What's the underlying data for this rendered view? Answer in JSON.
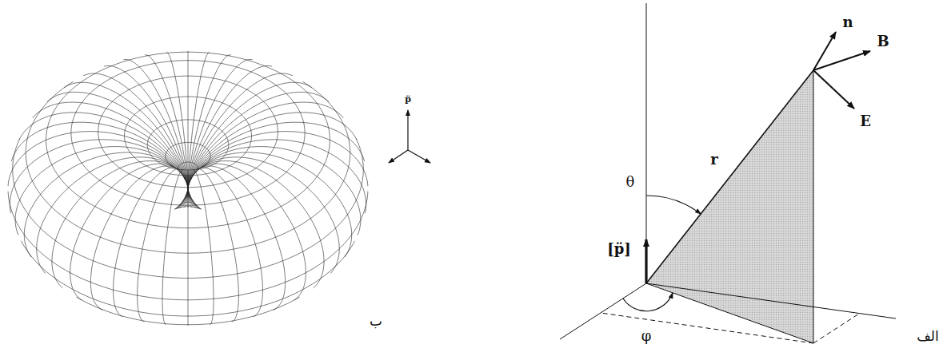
{
  "diagram": {
    "labels": [
      "p̈",
      "ب",
      "n",
      "B",
      "θ",
      "r",
      "E",
      "[p̈]",
      "φ",
      "الف"
    ]
  }
}
